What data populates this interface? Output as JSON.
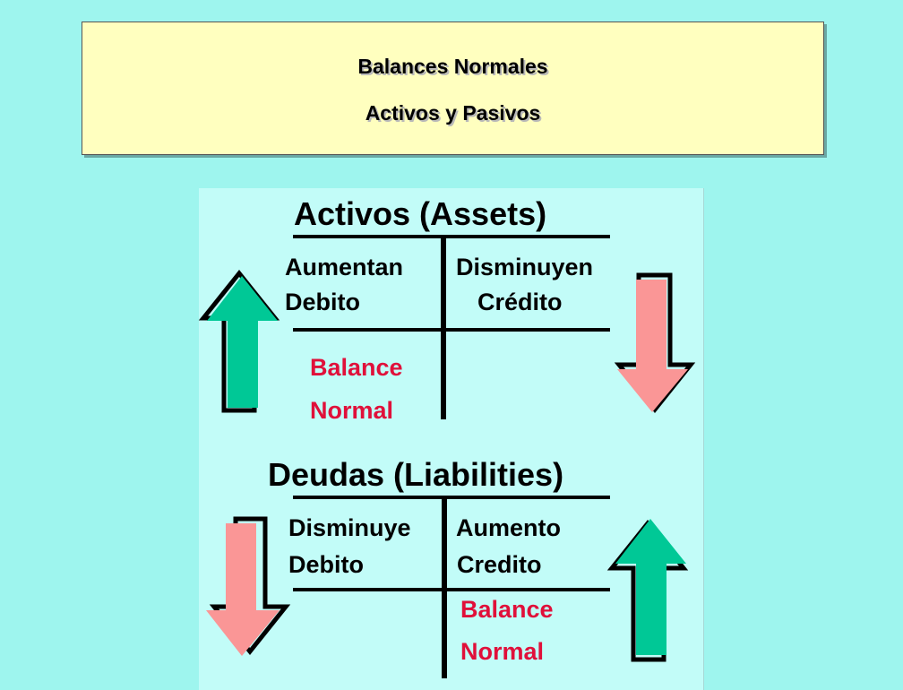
{
  "header": {
    "line1": "Balances Normales",
    "line2": "Activos y Pasivos"
  },
  "assets": {
    "title": "Activos (Assets)",
    "left_top": "Aumentan",
    "left_bottom": "Debito",
    "right_top": "Disminuyen",
    "right_bottom": "Crédito",
    "balance_label": "Balance",
    "normal_label": "Normal"
  },
  "liabilities": {
    "title": "Deudas (Liabilities)",
    "left_top": "Disminuye",
    "left_bottom": "Debito",
    "right_top": "Aumento",
    "right_bottom": "Credito",
    "balance_label": "Balance",
    "normal_label": "Normal"
  },
  "colors": {
    "background": "#9ef5ee",
    "title_box": "#ffffbf",
    "panel": "#c2fcf8",
    "increase_arrow": "#00c896",
    "decrease_arrow": "#fa9696",
    "balance_text": "#e0103a"
  },
  "icons": {
    "up": "arrow-up-icon",
    "down": "arrow-down-icon"
  }
}
